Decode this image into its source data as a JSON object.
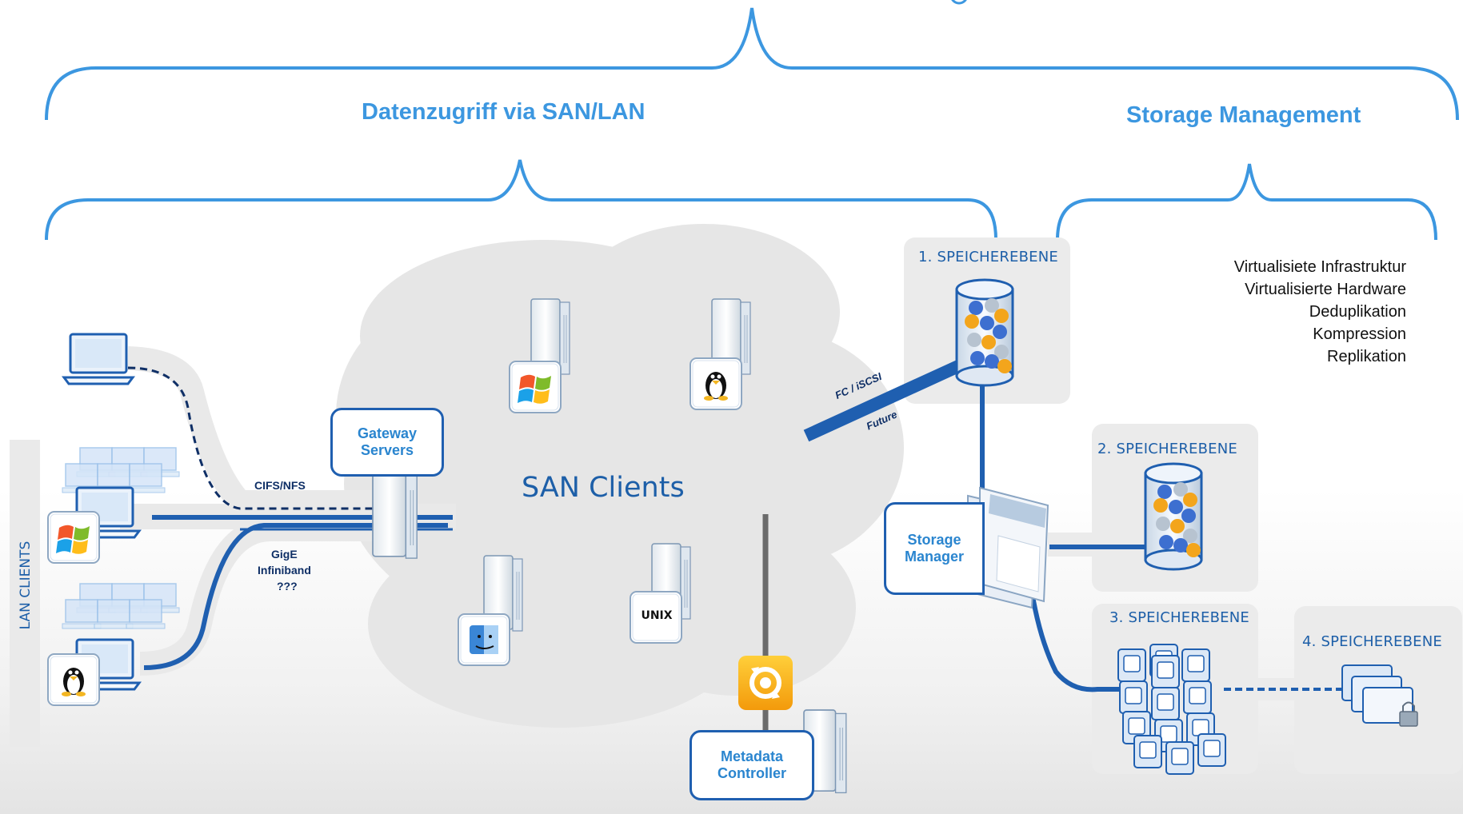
{
  "headers": {
    "san_lan": "Datenzugriff via SAN/LAN",
    "storage_mgmt": "Storage Management"
  },
  "features": [
    "Virtualisiete Infrastruktur",
    "Virtualisierte Hardware",
    "Deduplikation",
    "Kompression",
    "Replikation"
  ],
  "tiers": {
    "tier1": "1. SPEICHEREBENE",
    "tier2": "2. SPEICHEREBENE",
    "tier3": "3. SPEICHEREBENE",
    "tier4": "4. SPEICHEREBENE"
  },
  "cloud_title": "SAN Clients",
  "callouts": {
    "gateway": [
      "Gateway",
      "Servers"
    ],
    "storage_manager": [
      "Storage",
      "Manager"
    ],
    "metadata": [
      "Metadata",
      "Controller"
    ]
  },
  "links": {
    "cifs_nfs": "CIFS/NFS",
    "gige": "GigE",
    "infiniband": "Infiniband",
    "unknown": "???",
    "fc_iscsi": "FC / iSCSI",
    "future": "Future"
  },
  "lan_clients": "LAN CLIENTS",
  "os_badges": {
    "unix": "UNIX"
  },
  "colors": {
    "accent": "#3c97e0",
    "line_blue": "#1f5fb0",
    "dark_navy": "#0f2f66",
    "panel_gray": "#ebebeb"
  }
}
